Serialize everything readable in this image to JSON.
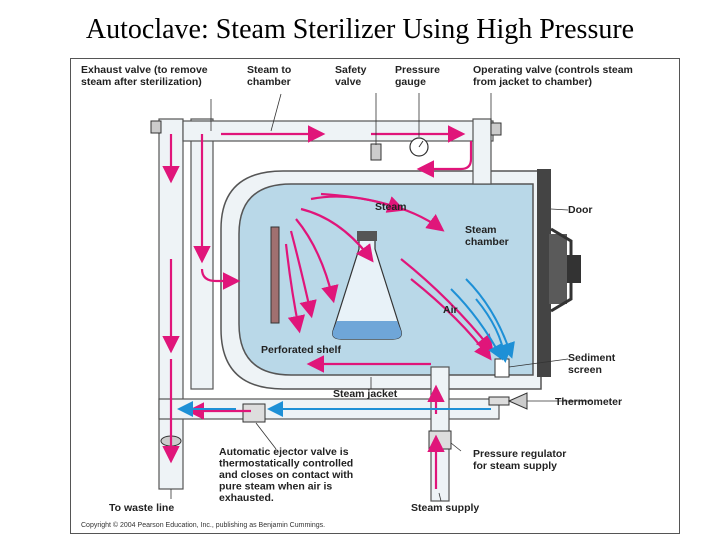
{
  "title": "Autoclave: Steam Sterilizer Using High Pressure",
  "labels": {
    "exhaust_valve": [
      "Exhaust valve (to remove",
      "steam after sterilization)"
    ],
    "steam_to_chamber": [
      "Steam to",
      "chamber"
    ],
    "safety_valve": [
      "Safety",
      "valve"
    ],
    "pressure_gauge": [
      "Pressure",
      "gauge"
    ],
    "operating_valve": [
      "Operating valve (controls steam",
      "from jacket to chamber)"
    ],
    "steam": "Steam",
    "door": "Door",
    "steam_chamber": [
      "Steam",
      "chamber"
    ],
    "air": "Air",
    "perforated_shelf": "Perforated shelf",
    "sediment_screen": [
      "Sediment",
      "screen"
    ],
    "steam_jacket": "Steam jacket",
    "thermometer": "Thermometer",
    "ejector_valve": [
      "Automatic ejector valve is",
      "thermostatically controlled",
      "and closes on contact with",
      "pure steam when air is",
      "exhausted."
    ],
    "pressure_regulator": [
      "Pressure regulator",
      "for steam supply"
    ],
    "to_waste_line": "To waste line",
    "steam_supply": "Steam supply"
  },
  "copyright": "Copyright © 2004 Pearson Education, Inc., publishing as Benjamin Cummings.",
  "colors": {
    "steam_arrow": "#e0157a",
    "air_arrow": "#1e90d6",
    "chamber_fill": "#b9d8e8",
    "pipe_fill": "#eef3f6",
    "door": "#444444"
  }
}
